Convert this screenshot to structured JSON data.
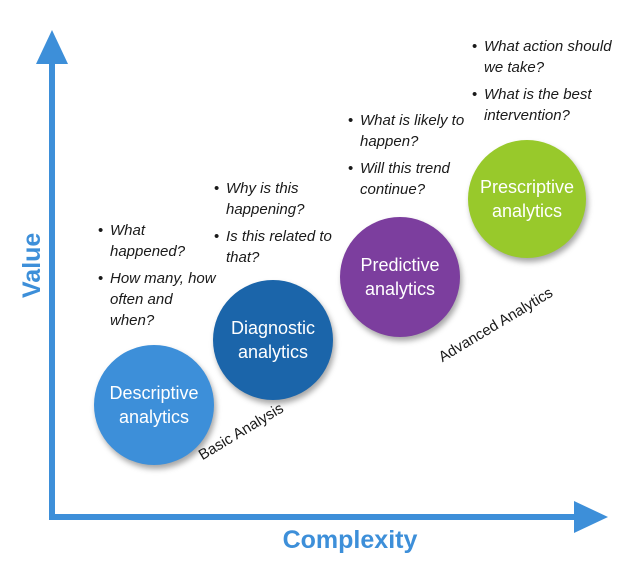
{
  "axes": {
    "y_label": "Value",
    "x_label": "Complexity",
    "color": "#3d8fd9"
  },
  "stages": [
    {
      "name_line1": "Descriptive",
      "name_line2": "analytics",
      "color": "#3d8fd9",
      "questions": [
        "What happened?",
        "How many, how often and when?"
      ]
    },
    {
      "name_line1": "Diagnostic",
      "name_line2": "analytics",
      "color": "#1b65aa",
      "questions": [
        "Why is this happening?",
        "Is this related to that?"
      ]
    },
    {
      "name_line1": "Predictive",
      "name_line2": "analytics",
      "color": "#7c3e9e",
      "questions": [
        "What is likely to happen?",
        "Will this trend continue?"
      ]
    },
    {
      "name_line1": "Prescriptive",
      "name_line2": "analytics",
      "color": "#98c92b",
      "questions": [
        "What action should we take?",
        "What is the best intervention?"
      ]
    }
  ],
  "groups": {
    "basic": "Basic Analysis",
    "advanced": "Advanced Analytics"
  }
}
